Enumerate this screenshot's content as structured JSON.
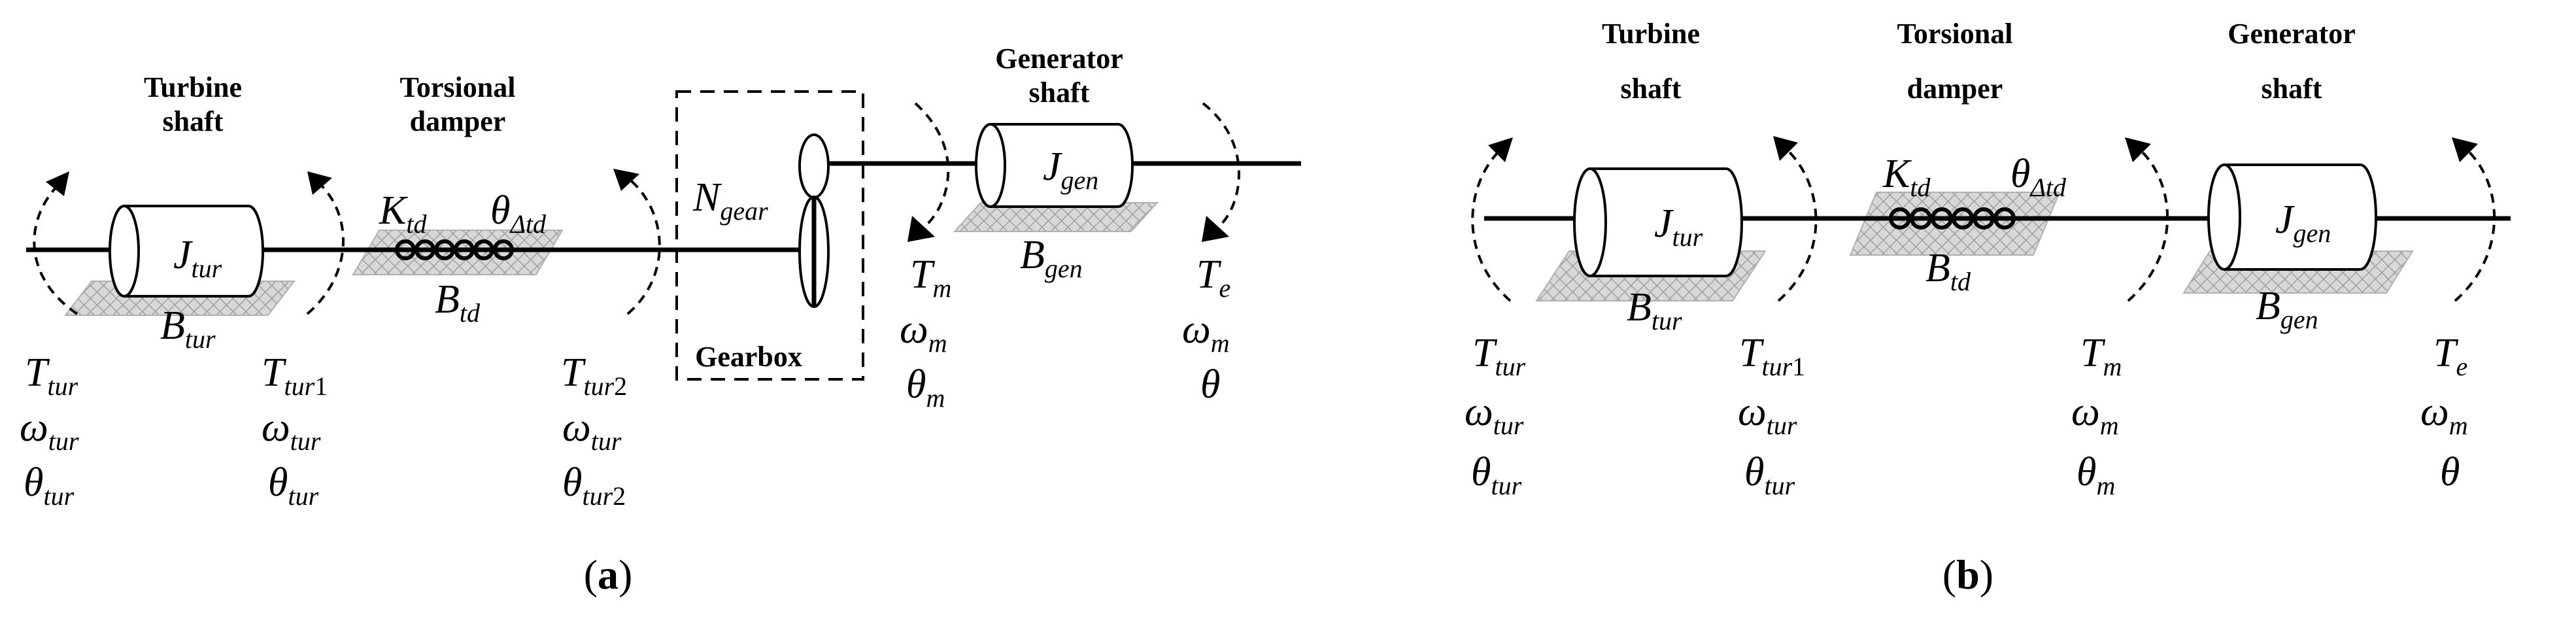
{
  "panel_a": {
    "turbine_shaft_header": [
      "Turbine",
      "shaft"
    ],
    "damper_header": [
      "Torsional",
      "damper"
    ],
    "generator_shaft_header": [
      "Generator",
      "shaft"
    ],
    "gearbox_label": "Gearbox",
    "j_tur": {
      "base": "J",
      "sub": "tur"
    },
    "j_gen": {
      "base": "J",
      "sub": "gen"
    },
    "b_tur": {
      "base": "B",
      "sub": "tur"
    },
    "b_td": {
      "base": "B",
      "sub": "td"
    },
    "b_gen": {
      "base": "B",
      "sub": "gen"
    },
    "k_td": {
      "base": "K",
      "sub": "td"
    },
    "theta_dtd": {
      "base": "θ",
      "sub": "Δtd"
    },
    "n_gear": {
      "base": "N",
      "sub": "gear"
    },
    "col_tur": [
      {
        "base": "T",
        "sub": "tur"
      },
      {
        "base": "ω",
        "sub": "tur"
      },
      {
        "base": "θ",
        "sub": "tur"
      }
    ],
    "col_tur1": [
      {
        "base": "T",
        "sub": "tur",
        "num": "1"
      },
      {
        "base": "ω",
        "sub": "tur"
      },
      {
        "base": "θ",
        "sub": "tur"
      }
    ],
    "col_tur2": [
      {
        "base": "T",
        "sub": "tur",
        "num": "2"
      },
      {
        "base": "ω",
        "sub": "tur"
      },
      {
        "base": "θ",
        "sub": "tur",
        "num": "2"
      }
    ],
    "col_m": [
      {
        "base": "T",
        "sub": "m"
      },
      {
        "base": "ω",
        "sub": "m"
      },
      {
        "base": "θ",
        "sub": "m"
      }
    ],
    "col_e": [
      {
        "base": "T",
        "sub": "e"
      },
      {
        "base": "ω",
        "sub": "m"
      },
      {
        "base": "θ",
        "sub": ""
      }
    ],
    "caption": "a"
  },
  "panel_b": {
    "turbine_shaft_header": [
      "Turbine",
      "shaft"
    ],
    "damper_header": [
      "Torsional",
      "damper"
    ],
    "generator_shaft_header": [
      "Generator",
      "shaft"
    ],
    "j_tur": {
      "base": "J",
      "sub": "tur"
    },
    "j_gen": {
      "base": "J",
      "sub": "gen"
    },
    "b_tur": {
      "base": "B",
      "sub": "tur"
    },
    "b_td": {
      "base": "B",
      "sub": "td"
    },
    "b_gen": {
      "base": "B",
      "sub": "gen"
    },
    "k_td": {
      "base": "K",
      "sub": "td"
    },
    "theta_dtd": {
      "base": "θ",
      "sub": "Δtd"
    },
    "col_tur": [
      {
        "base": "T",
        "sub": "tur"
      },
      {
        "base": "ω",
        "sub": "tur"
      },
      {
        "base": "θ",
        "sub": "tur"
      }
    ],
    "col_tur1": [
      {
        "base": "T",
        "sub": "tur",
        "num": "1"
      },
      {
        "base": "ω",
        "sub": "tur"
      },
      {
        "base": "θ",
        "sub": "tur"
      }
    ],
    "col_m": [
      {
        "base": "T",
        "sub": "m"
      },
      {
        "base": "ω",
        "sub": "m"
      },
      {
        "base": "θ",
        "sub": "m"
      }
    ],
    "col_e": [
      {
        "base": "T",
        "sub": "e"
      },
      {
        "base": "ω",
        "sub": "m"
      },
      {
        "base": "θ",
        "sub": ""
      }
    ],
    "caption": "b"
  },
  "caption_open": "(",
  "caption_close": ")"
}
